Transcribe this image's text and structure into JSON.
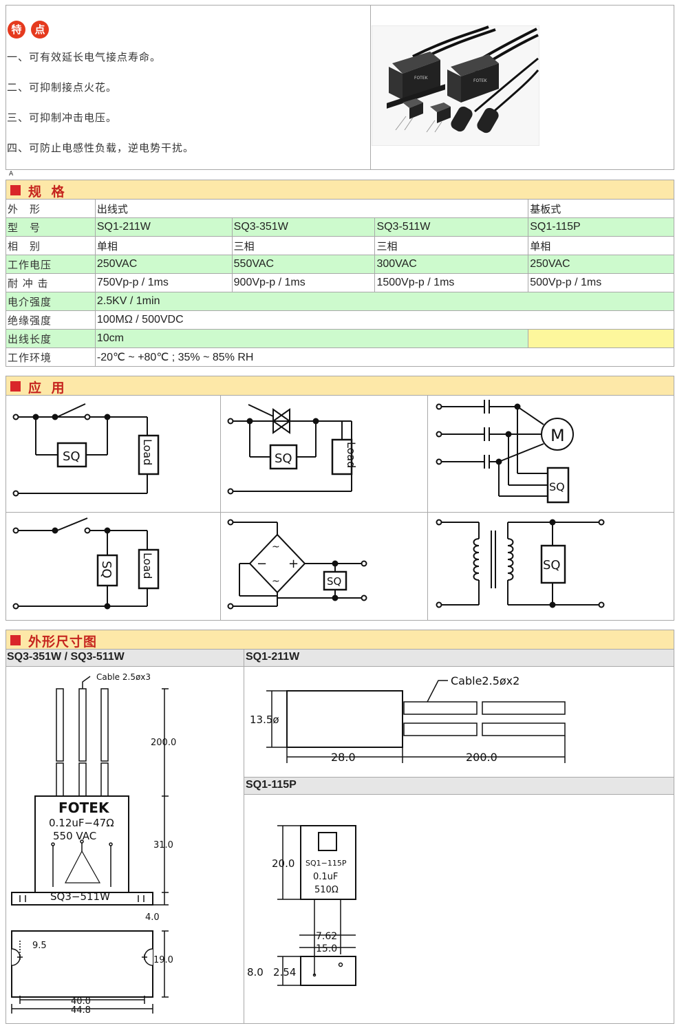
{
  "features": {
    "badge": [
      "特",
      "点"
    ],
    "items": [
      "一、可有效延长电气接点寿命。",
      "二、可抑制接点火花。",
      "三、可抑制冲击电压。",
      "四、可防止电感性负载，逆电势干扰。"
    ],
    "product_photo_label": "FOTEK"
  },
  "stray_mark": "A",
  "spec": {
    "title": "规 格",
    "rows": [
      {
        "label": "外　形",
        "cells": [
          "出线式",
          "基板式"
        ],
        "green": false
      },
      {
        "label": "型　号",
        "cells": [
          "SQ1-211W",
          "SQ3-351W",
          "SQ3-511W",
          "SQ1-115P"
        ],
        "green": true
      },
      {
        "label": "相　别",
        "cells": [
          "单相",
          "三相",
          "三相",
          "单相"
        ],
        "green": false
      },
      {
        "label": "工作电压",
        "cells": [
          "250VAC",
          "550VAC",
          "300VAC",
          "250VAC"
        ],
        "green": true
      },
      {
        "label": "耐 冲 击",
        "cells": [
          "750Vp-p / 1ms",
          "900Vp-p / 1ms",
          "1500Vp-p / 1ms",
          "500Vp-p / 1ms"
        ],
        "green": false
      },
      {
        "label": "电介强度",
        "cells": [
          "2.5KV / 1min"
        ],
        "green": true
      },
      {
        "label": "绝缘强度",
        "cells": [
          "100MΩ / 500VDC"
        ],
        "green": false
      },
      {
        "label": "出线长度",
        "cells": [
          "10cm",
          ""
        ],
        "green": true
      },
      {
        "label": "工作环境",
        "cells": [
          "-20℃ ~ +80℃ ; 35% ~ 85% RH"
        ],
        "green": false
      }
    ]
  },
  "application": {
    "title": "应 用",
    "sq": "SQ",
    "load": "Load",
    "motor": "M"
  },
  "dimensions": {
    "title": "外形尺寸图",
    "left_title": "SQ3-351W / SQ3-511W",
    "right_title_1": "SQ1-211W",
    "right_title_2": "SQ1-115P",
    "left": {
      "cable": "Cable  2.5øx3",
      "d200": "200.0",
      "d31": "31.0",
      "d4": "4.0",
      "d95": "9.5",
      "d19": "19.0",
      "d40": "40.0",
      "d448": "44.8",
      "brand": "FOTEK",
      "spec1": "0.12uF−47Ω",
      "spec2": "550  VAC",
      "model": "SQ3−511W"
    },
    "r1": {
      "cable": "Cable2.5øx2",
      "d135": "13.5ø",
      "d28": "28.0",
      "d200": "200.0"
    },
    "r2": {
      "d20": "20.0",
      "model": "SQ1−115P",
      "cap": "0.1uF",
      "res": "510Ω",
      "d762": "7.62",
      "d15": "15.0",
      "d8": "8.0",
      "d254": "2.54"
    }
  }
}
